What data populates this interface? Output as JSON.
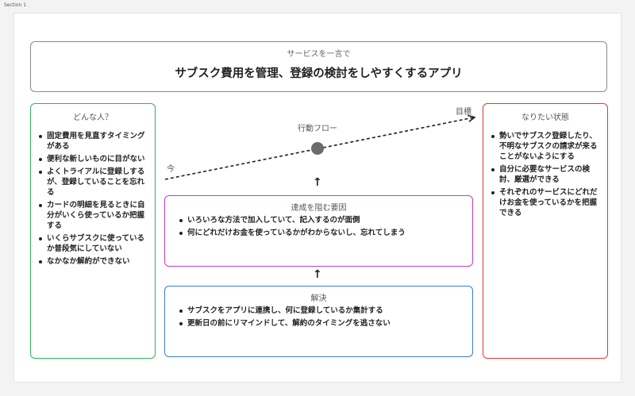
{
  "section": {
    "label": "Section 1"
  },
  "header": {
    "subtitle": "サービスを一言で",
    "title": "サブスク費用を管理、登録の検討をしやすくするアプリ"
  },
  "persona": {
    "title": "どんな人？",
    "items": [
      "固定費用を見直すタイミングがある",
      "便利な新しいものに目がない",
      "よくトライアルに登録しするが、登録していることを忘れる",
      "カードの明細を見るときに自分がいくら使っているか把握する",
      "いくらサブスクに使っているか普段気にしていない",
      "なかなか解約ができない"
    ]
  },
  "goal": {
    "title": "なりたい状態",
    "items": [
      "勢いでサブスク登録したり、不明なサブスクの請求が来ることがないようにする",
      "自分に必要なサービスの検討、厳選ができる",
      "それぞれのサービスにどれだけお金を使っているかを把握できる"
    ]
  },
  "flow": {
    "title": "行動フロー",
    "start_label": "今",
    "end_label": "目標"
  },
  "barrier": {
    "title": "達成を阻む要因",
    "items": [
      "いろいろな方法で加入していて、記入するのが面倒",
      "何にどれだけお金を使っているかがわからないし、忘れてしまう"
    ]
  },
  "solution": {
    "title": "解決",
    "items": [
      "サブスクをアプリに連携し、何に登録しているか集計する",
      "更新日の前にリマインドして、解約のタイミングを逃さない"
    ]
  },
  "arrows": {
    "up": "↑"
  },
  "colors": {
    "persona_border": "#2db55d",
    "goal_border": "#e0363b",
    "barrier_border": "#c93ac9",
    "solution_border": "#3a7bd5",
    "flow_dot": "#6b6b6b"
  }
}
